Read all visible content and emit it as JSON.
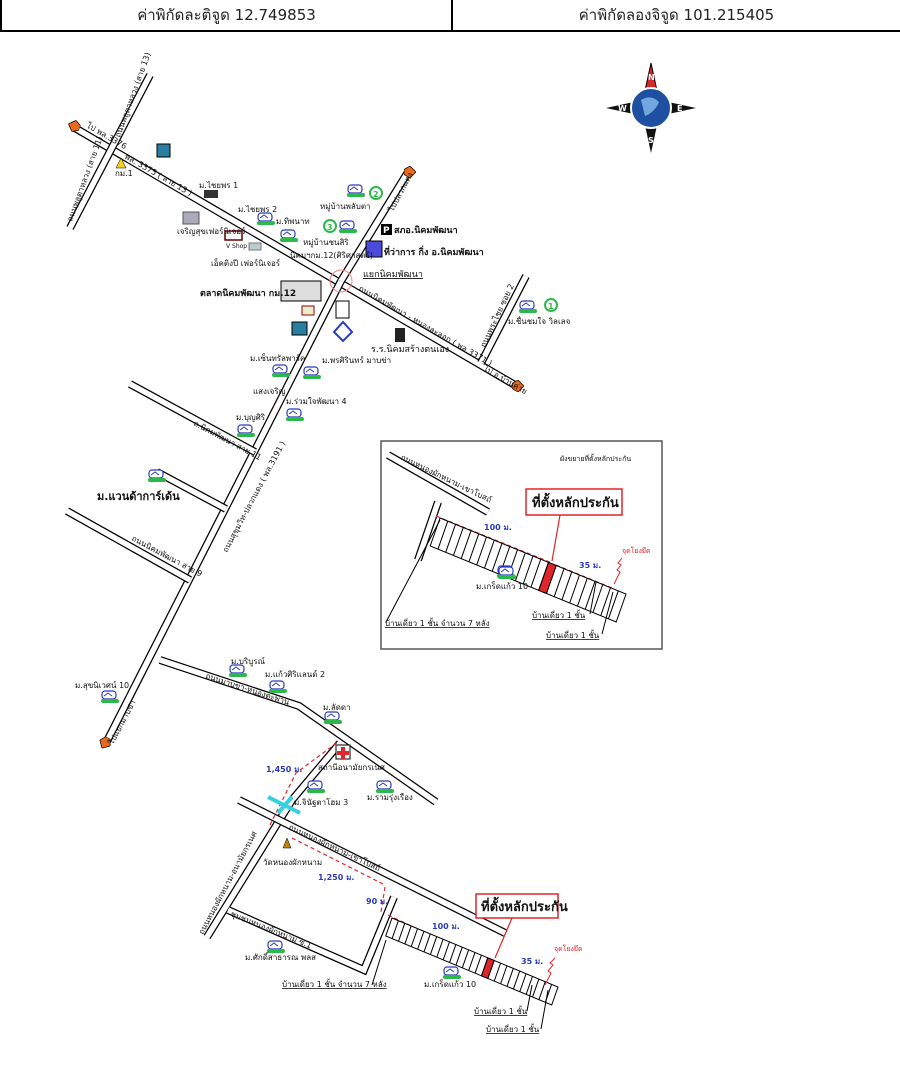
{
  "header": {
    "latitude_label": "ค่าพิกัดละติจูด 12.749853",
    "longitude_label": "ค่าพิกัดลองจิจูด 101.215405"
  },
  "compass": {
    "n": "N",
    "s": "S",
    "e": "E",
    "w": "W",
    "colors": {
      "north": "#d62828",
      "arms": "#111111",
      "globe": "#1f4fa0"
    }
  },
  "colors": {
    "road_outline": "#000000",
    "distance_line": "#e0252b",
    "distance_text": "#2b3bbf",
    "collateral": "#e0252b",
    "village_icon": "#2db84b",
    "marker_number": "#2db84b"
  },
  "labels": {
    "to_3376": "ไป พล.3376",
    "road_nw_top": "ถนนพลูตาหลวง (สาย 13)",
    "road_nw_bottom": "ถนนพลูตาหลวง (สาย 11)",
    "km1": "กม.1",
    "road_3375": "พล. 3375 ( สาย 13 )",
    "chaiyaphon1": "ม.ไชยพร 1",
    "chaiyaphon2": "ม.ไชยพร 2",
    "thipphanat": "ม.ทิพนาท",
    "charoen": "เจริญสุขเฟอร์นิเจอร์",
    "vshop": "V Shop",
    "furniture": "เอ็คติงปี เฟอร์นิเจอร์",
    "village_phlapta": "หมู่บ้านพลับตา",
    "village_chonsiri": "หมู่บ้านชนสิริ",
    "nikhom_km12": "นิคมฯกม.12(ศิริศาสตร์)",
    "to_pluakdaeng": "ไปปลวกแดง",
    "police": "สภอ.นิคมพัฒนา",
    "district_office": "ที่ว่าการ กิ่ง อ.นิคมพัฒนา",
    "junction": "แยกนิคมพัฒนา",
    "market": "ตลาดนิคมพัฒนา กม.12",
    "road_3371": "ถนนนิคมพัฒนา - หนองละลอก ( พล.3371 )",
    "road_phrachai": "ถนนพระไชย ซอย 2",
    "chuenchomjai": "ม.ชื่นชมใจ วิลเลจ",
    "school": "ร.ร.นิคมสร้างตนเอง",
    "to_bankhai": "ไป อ.บ้านค่าย",
    "central_park": "ม.เซ็นทรัลพาร์ค",
    "phonsirin": "ม.พรศิรินทร์ มาบข่า",
    "saencharoen": "แสงเจริญ",
    "ruamjai4": "ม.ร่วมใจพัฒนา 4",
    "bunsiri": "ม.บุญศิริ",
    "soi11": "ถ.นิคมพัฒนา สาย 11",
    "sukhumvit": "ถนนสุขุมวิท-ปลวกแดง ( พล.3191 )",
    "wanda": "ม.แวนด้าการ์เด้น",
    "soi9": "ถนนนิคมพัฒนา สาย 9",
    "boriboon": "ม.บริบูรณ์",
    "kaewsiri2": "ม.แก้วศิริแลนด์ 2",
    "suknivet10": "ม.สุขนิเวศน์ 10",
    "road_mapkha": "ถนนมาบข่า-หนองตะพาน",
    "to_mapkha": "ไปแยกมาบข่า",
    "ladda": "ม.ลัดดา",
    "dist_1450": "1,450 ม.",
    "health_station": "สถานีอนามัยกรเนศ",
    "jinnita3": "ม.จินัฐตาโฮม 3",
    "ramrungruang": "ม.รามรุ่งเรือง",
    "road_khaobot": "ถนนหนองผักหนาม-เขาโบสถ์",
    "temple": "วัดหนองผักหนาม",
    "dist_1250": "1,250 ม.",
    "dist_90": "90 ม.",
    "road_anamai": "ถนนหนองผักหนาม-อนามัยกรเนศ",
    "community": "ชุมชนหนองผักหนาม ซ.1",
    "saksathan": "ม.ศักดิ์สาธารณ พลส",
    "dist_100": "100 ม.",
    "collateral": "ที่ตั้งหลักประกัน",
    "dist_35": "35 ม.",
    "anchor_point": "จุดโยงยึด",
    "kretkaew10": "ม.เกร็ดแก้ว 10",
    "houses7": "บ้านเดี่ยว 1 ชั้น จำนวน 7 หลัง",
    "house_a": "บ้านเดี่ยว 1 ชั้น",
    "house_b": "บ้านเดี่ยว 1 ชั้น",
    "marker1": "1",
    "marker2": "2",
    "marker3": "3"
  },
  "inset": {
    "title": "ผังขยายที่ตั้งหลักประกัน",
    "road": "ถนนหนองผักหนาม-เขาโบสถ์",
    "collateral": "ที่ตั้งหลักประกัน",
    "dist_100": "100 ม.",
    "dist_35": "35 ม.",
    "anchor_point": "จุดโยงยึด",
    "village": "ม.เกร็ดแก้ว 10",
    "houses7": "บ้านเดี่ยว 1 ชั้น จำนวน 7 หลัง",
    "house_a": "บ้านเดี่ยว 1 ชั้น",
    "house_b": "บ้านเดี่ยว 1 ชั้น"
  }
}
